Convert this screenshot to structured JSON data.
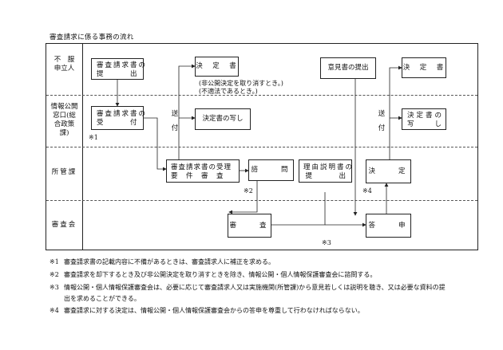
{
  "title": "審査請求に係る事務の流れ",
  "lanes": {
    "fufuku": "不　服\n申立人",
    "madoguchi": "情報公開\n窓口(総\n合政策\n課)",
    "shokan": "所管課",
    "shinsakai": "審査会"
  },
  "boxes": {
    "shinsa_teishutsu": {
      "l1": "審査請求書の",
      "l2": "提　　　出"
    },
    "kettei_top": "決　定　書",
    "ikensho": "意見書の提出",
    "kettei_right": "決　定　書",
    "shinsa_uketsuke": {
      "l1": "審査請求書の",
      "l2": "受　　　付"
    },
    "kettei_utsushi": "決定書の写し",
    "kettei_utsushi_right": {
      "l1": "決定書の",
      "l2": "写　　し"
    },
    "juri_shinsa": {
      "l1": "審査請求書の受理",
      "l2": "要　件　審　査"
    },
    "shimon": "諮　　問",
    "riyuu": {
      "l1": "理由説明書の",
      "l2": "提　　　出"
    },
    "kettei_mid": "決　　定",
    "shinsa": "審　　査",
    "toushin": "答　　申"
  },
  "notes": {
    "nonkoukai_1": "(非公開決定を取り消すとき。)",
    "nonkoukai_2": "(不適法であるとき。)",
    "m1": "※1",
    "m2": "※2",
    "m3": "※3",
    "m4": "※4",
    "soufu_left_1": "送",
    "soufu_left_2": "付",
    "soufu_right_1": "送",
    "soufu_right_2": "付"
  },
  "footnotes": [
    {
      "mark": "※1",
      "text": "審査請求書の記載内容に不備があるときは、審査請求人に補正を求める。"
    },
    {
      "mark": "※2",
      "text": "審査請求を却下するとき及び非公開決定を取り消すときを除き、情報公開・個人情報保護審査会に諮問する。"
    },
    {
      "mark": "※3",
      "text": "情報公開・個人情報保護審査会は、必要に応じて審査請求人又は実施機関(所管課)から意見若しくは説明を聴き、又は必要な資料の提"
    },
    {
      "mark": "",
      "text": "出を求めることができる。"
    },
    {
      "mark": "※4",
      "text": "審査請求に対する決定は、情報公開・個人情報保護審査会からの答申を尊重して行わなければならない。"
    }
  ]
}
